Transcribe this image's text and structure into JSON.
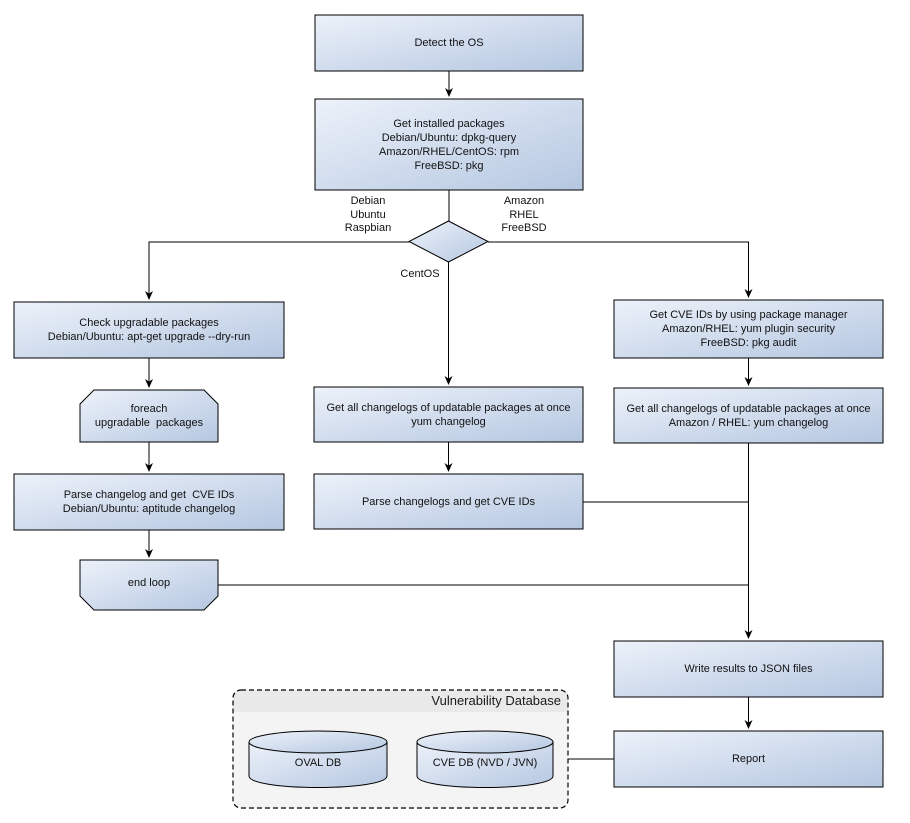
{
  "diagram_type": "flowchart",
  "nodes": {
    "detect_os": "Detect the OS",
    "get_installed_packages": "Get installed packages\nDebian/Ubuntu: dpkg-query\nAmazon/RHEL/CentOS: rpm\nFreeBSD: pkg",
    "check_upgradable": "Check upgradable packages\nDebian/Ubuntu: apt-get upgrade --dry-run",
    "foreach_loop": "foreach\nupgradable  packages",
    "parse_changelog_left": "Parse changelog and get  CVE IDs\nDebian/Ubuntu: aptitude changelog",
    "end_loop": "end loop",
    "get_changelogs_centos": "Get all changelogs of updatable packages at once\nyum changelog",
    "parse_changelogs_centos": "Parse changelogs and get CVE IDs",
    "get_cve_ids_pkg_manager": "Get CVE IDs by using package manager\nAmazon/RHEL: yum plugin security\nFreeBSD: pkg audit",
    "get_changelogs_amazon": "Get all changelogs of updatable packages at once\nAmazon / RHEL: yum changelog",
    "write_results": "Write results to JSON files",
    "report": "Report"
  },
  "branch_labels": {
    "left": "Debian\nUbuntu\nRaspbian",
    "right": "Amazon\nRHEL\nFreeBSD",
    "bottom": "CentOS"
  },
  "vulnerability_database": {
    "title": "Vulnerability Database",
    "oval_db": "OVAL DB",
    "cve_db": "CVE DB (NVD / JVN)"
  },
  "colors": {
    "node_gradient_start": "#edf2fa",
    "node_gradient_end": "#b5c7e1",
    "node_border": "#000000",
    "connector": "#000000",
    "container_body_fill": "#f4f4f4",
    "container_header_fill": "#e9e9e9",
    "container_border": "#000000",
    "text": "#111111",
    "background": "#ffffff"
  }
}
